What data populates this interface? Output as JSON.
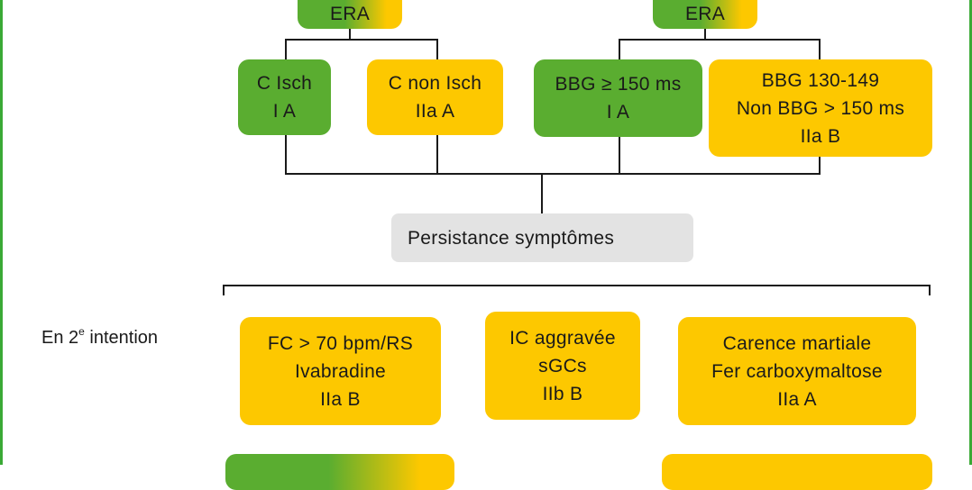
{
  "top_boxes": {
    "left": {
      "label": "ERA"
    },
    "right": {
      "label": "ERA"
    }
  },
  "row1": [
    {
      "line1": "C Isch",
      "line2": "I  A"
    },
    {
      "line1": "C non Isch",
      "line2": "IIa  A"
    },
    {
      "line1": "BBG ≥ 150 ms",
      "line2": "I  A"
    },
    {
      "line1": "BBG 130-149",
      "line2": "Non BBG > 150 ms",
      "line3": "IIa  B"
    }
  ],
  "persist": {
    "label": "Persistance symptômes"
  },
  "second_intention": {
    "prefix": "En 2",
    "sup": "e",
    "suffix": " intention"
  },
  "row2": [
    {
      "line1": "FC > 70 bpm/RS",
      "line2": "Ivabradine",
      "line3": "IIa  B"
    },
    {
      "line1": "IC aggravée",
      "line2": "sGCs",
      "line3": "IIb  B"
    },
    {
      "line1": "Carence martiale",
      "line2": "Fer carboxymaltose",
      "line3": "IIa  A"
    }
  ],
  "colors": {
    "green": "#5aad30",
    "yellow": "#fdc800",
    "grey": "#e3e3e3",
    "frame": "#3aa935"
  }
}
